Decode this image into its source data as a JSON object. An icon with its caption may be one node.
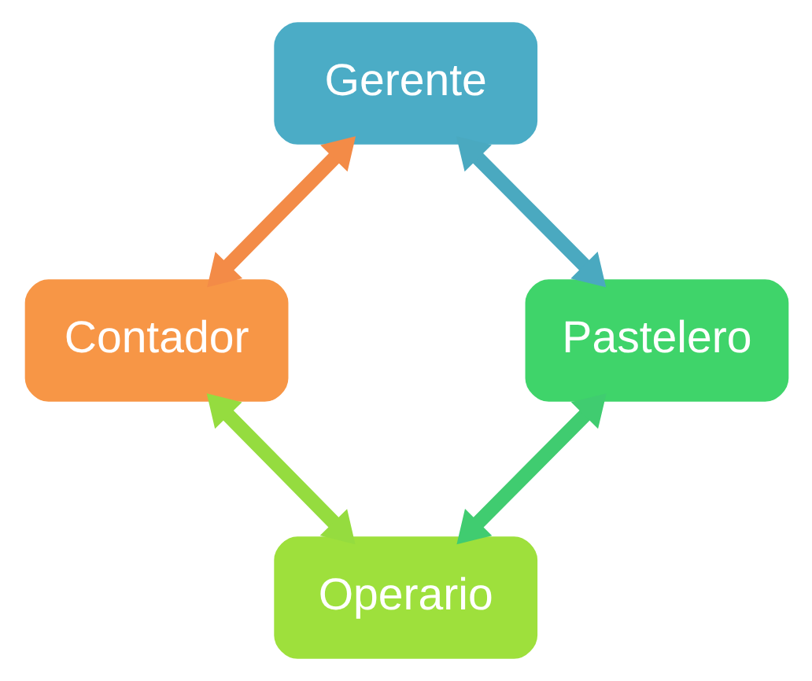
{
  "diagram": {
    "nodes": [
      {
        "text": [
          "Gerente"
        ]
      },
      {
        "text": [
          "Contador"
        ]
      },
      {
        "text": [
          "Pastelero"
        ]
      },
      {
        "text": [
          "Operario"
        ]
      }
    ],
    "edges": [
      {
        "from": 0,
        "to": 2,
        "arrow": "both",
        "color": "#4aa9c0"
      },
      {
        "from": 2,
        "to": 3,
        "arrow": "both",
        "color": "#40cc70"
      },
      {
        "from": 1,
        "to": 3,
        "arrow": "both",
        "color": "#95dc3f"
      },
      {
        "from": 0,
        "to": 1,
        "arrow": "both",
        "color": "#f38b47"
      }
    ]
  }
}
